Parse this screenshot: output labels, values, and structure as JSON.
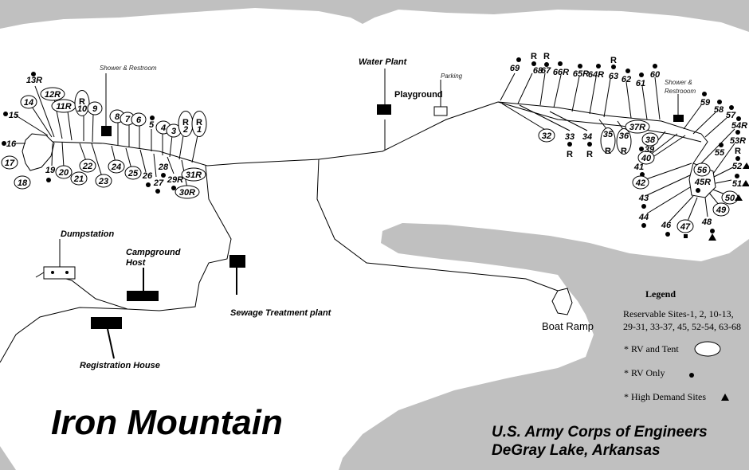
{
  "colors": {
    "water": "#c0c0c0",
    "land": "#ffffff",
    "ink": "#000000"
  },
  "title": "Iron Mountain",
  "agency": {
    "line1": "U.S. Army Corps of Engineers",
    "line2": "DeGray Lake, Arkansas"
  },
  "facilities": {
    "shower_left": "Shower & Restroom",
    "shower_right_1": "Shower &",
    "shower_right_2": "Restrooom",
    "water_plant": "Water Plant",
    "playground": "Playground",
    "parking": "Parking",
    "dumpstation": "Dumpstation",
    "host_1": "Campground",
    "host_2": "Host",
    "sewage": "Sewage Treatment plant",
    "registration": "Registration House",
    "boat_ramp": "Boat Ramp"
  },
  "legend": {
    "title": "Legend",
    "reservable_1": "Reservable Sites-1, 2, 10-13,",
    "reservable_2": "29-31, 33-37, 45, 52-54, 63-68",
    "rv_tent": "* RV and Tent",
    "rv_only": "* RV Only",
    "high_demand": "* High Demand Sites"
  },
  "sites": [
    "13R",
    "12R",
    "14",
    "11R",
    "10",
    "9",
    "15",
    "8",
    "7",
    "6",
    "5",
    "4",
    "3",
    "2",
    "1",
    "16",
    "17",
    "18",
    "19",
    "20",
    "21",
    "22",
    "23",
    "24",
    "25",
    "26",
    "27",
    "28",
    "29R",
    "30R",
    "31R",
    "69",
    "68",
    "67",
    "66R",
    "65R",
    "64R",
    "63",
    "62",
    "61",
    "60",
    "59",
    "58",
    "57",
    "54R",
    "53R",
    "52",
    "51",
    "50",
    "49",
    "48",
    "47",
    "46",
    "45R",
    "44",
    "43",
    "41",
    "42",
    "40",
    "39",
    "38",
    "37R",
    "36",
    "35",
    "34",
    "33",
    "32",
    "55",
    "56"
  ],
  "reserve_marks": [
    "R",
    "R",
    "R",
    "R",
    "R",
    "R",
    "R",
    "R",
    "R",
    "R"
  ]
}
